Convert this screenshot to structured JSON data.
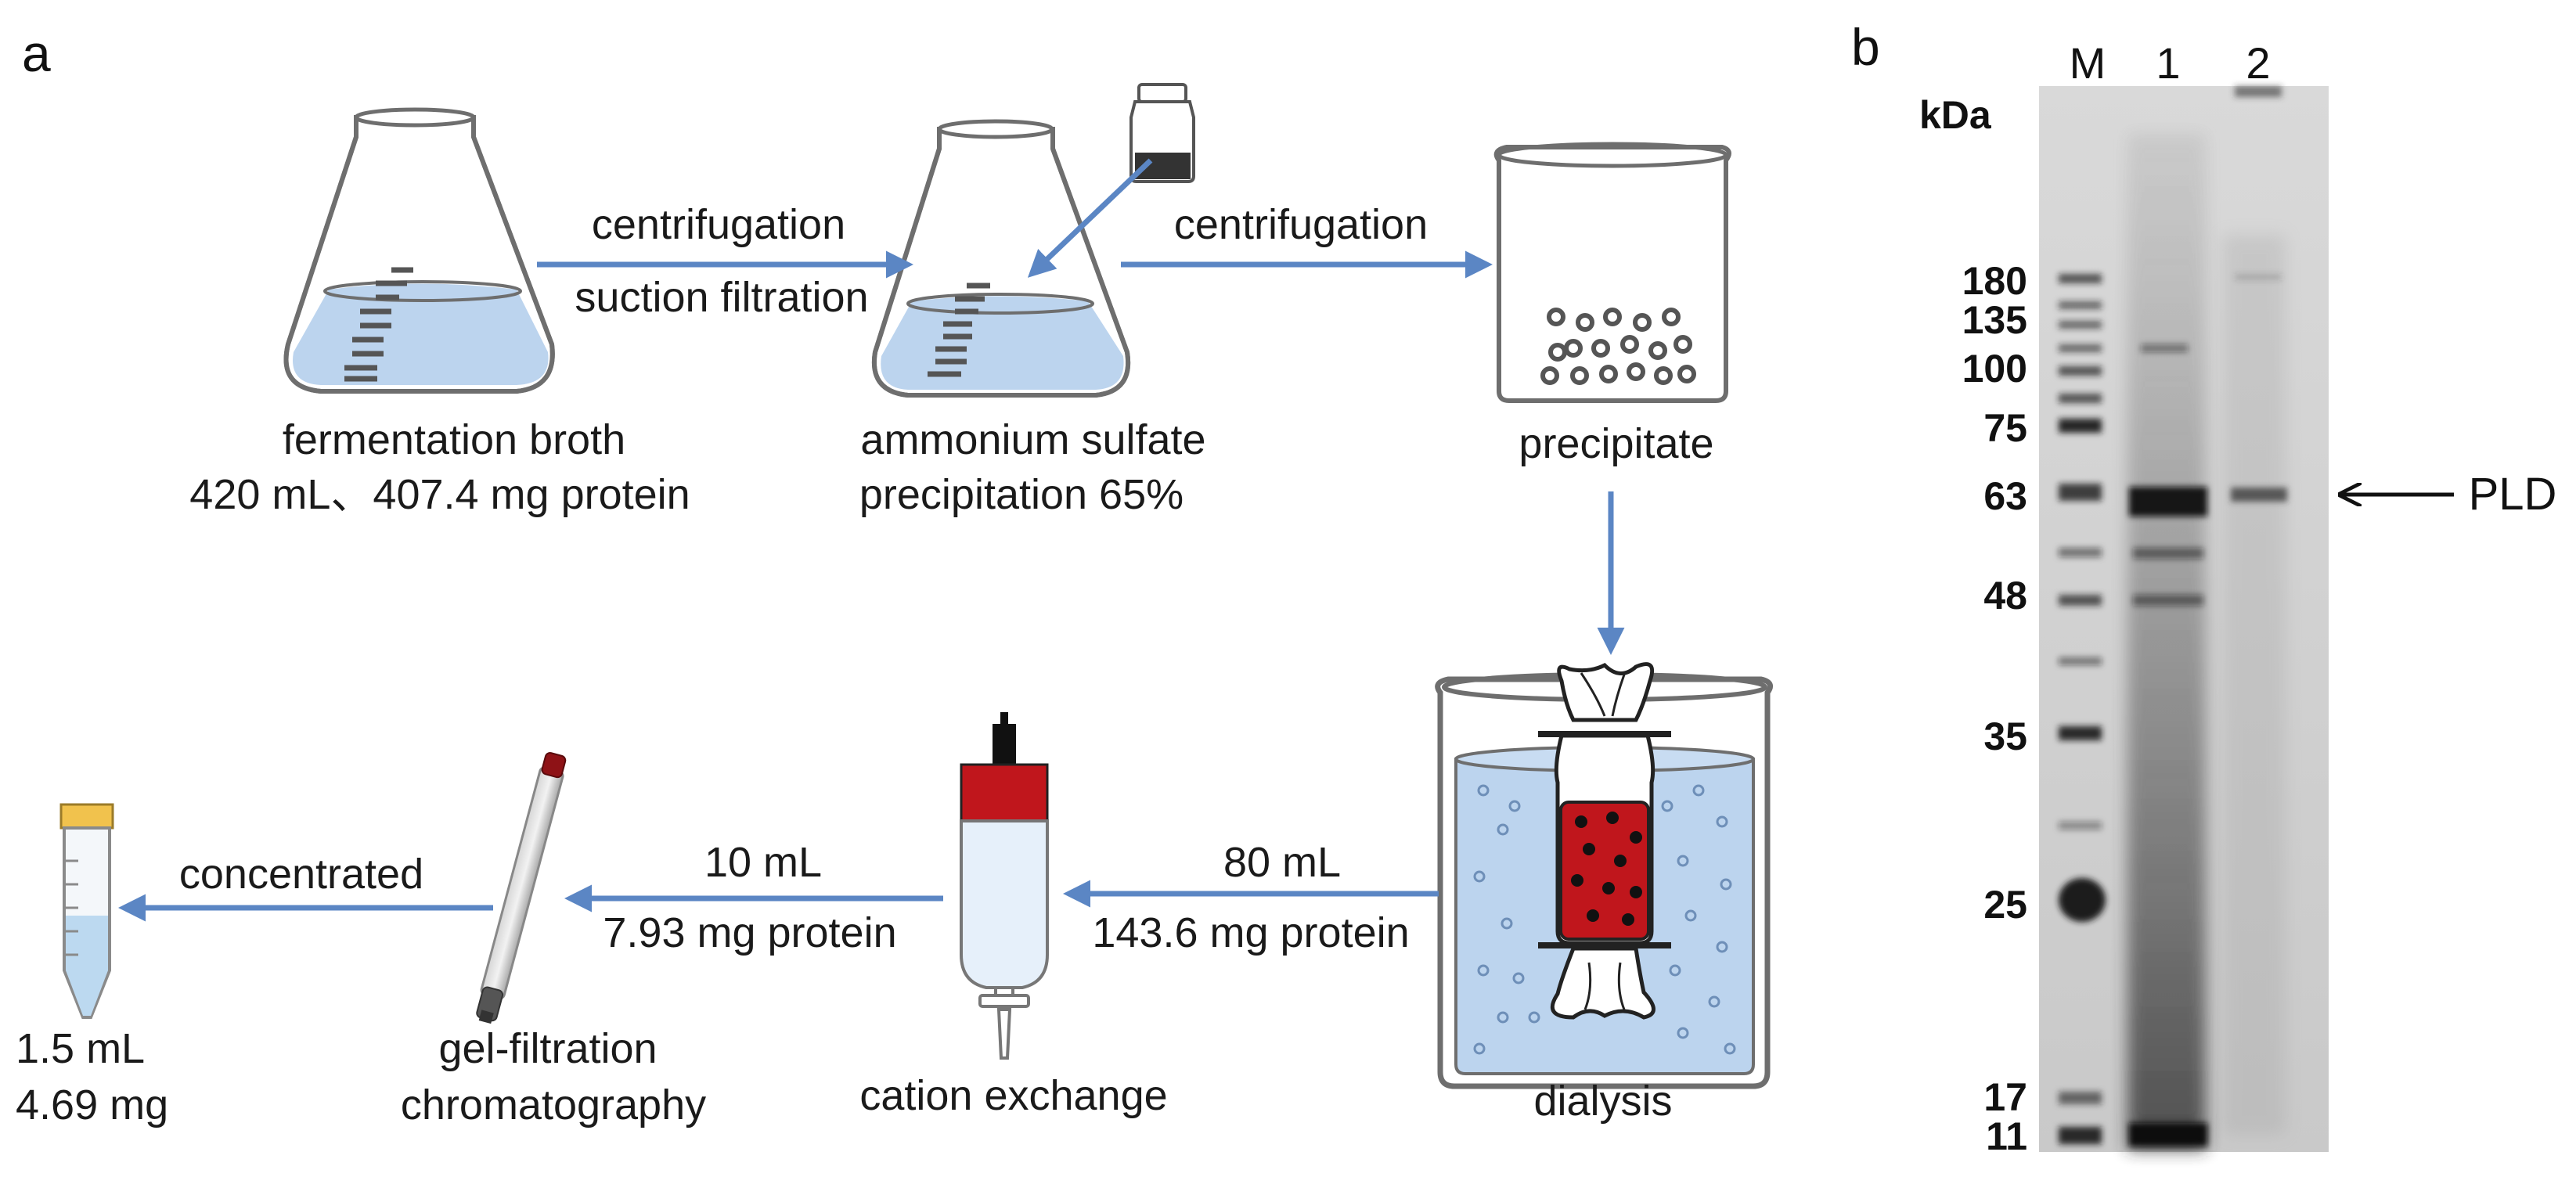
{
  "panel_a": {
    "label": "a",
    "steps": {
      "fermentation": {
        "line1": "fermentation  broth",
        "line2": "420 mL、407.4  mg protein"
      },
      "ammonium": {
        "line1": "ammonium  sulfate",
        "line2": "precipitation  65%"
      },
      "precipitate": {
        "line1": "precipitate"
      },
      "dialysis": {
        "line1": "dialysis"
      },
      "cation": {
        "line1": "cation  exchange"
      },
      "gelfiltration": {
        "line1": "gel-filtration",
        "line2": "chromatography"
      },
      "tube": {
        "line1": "1.5 mL",
        "line2": "4.69 mg"
      }
    },
    "arrows": {
      "a1_top": "centrifugation",
      "a1_bottom": "suction  filtration",
      "a2_top": "centrifugation",
      "a4_top": "80 mL",
      "a4_bottom": "143.6 mg protein",
      "a5_top": "10 mL",
      "a5_bottom": "7.93 mg protein",
      "a6_top": "concentrated"
    },
    "colors": {
      "liquid": "#bcd4ee",
      "arrow": "#5b86c4",
      "red": "#c0161c",
      "outline": "#6e6e6e"
    }
  },
  "panel_b": {
    "label": "b",
    "lanes": [
      "M",
      "1",
      "2"
    ],
    "unit": "kDa",
    "markers": [
      "180",
      "135",
      "100",
      "75",
      "63",
      "48",
      "35",
      "25",
      "17",
      "11"
    ],
    "annotation": "PLD"
  }
}
